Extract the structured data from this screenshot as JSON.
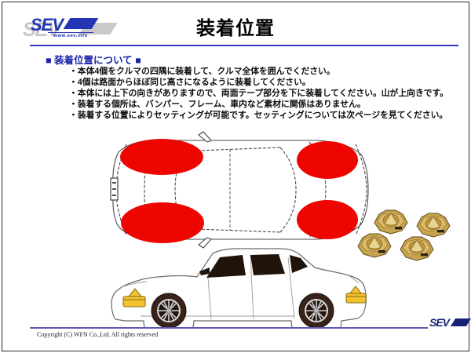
{
  "header": {
    "logo_text": "SEV",
    "logo_url": "www.sev.info",
    "title": "装着位置"
  },
  "content": {
    "section_heading": "■ 装着位置について ■",
    "bullets": [
      "・本体4個をクルマの四隅に装着して、クルマ全体を囲んでください。",
      "・4個は路面からほぼ同じ高さになるように装着してください。",
      "・本体には上下の向きがありますので、両面テープ部分を下に装着してください。山が上向きです。",
      "・装着する個所は、バンパー、フレーム、車内など素材に関係はありません。",
      "・装着する位置によりセッティングが可能です。セッティングについては次ページを見てください。"
    ]
  },
  "diagram": {
    "mounting_marker_count": 4,
    "marker_shape": "red-ellipse-at-each-corner-of-car-top-view",
    "side_view_device_positions": [
      "front-bumper",
      "rear-bumper"
    ]
  },
  "colors": {
    "accent_blue": "#2335b2",
    "heading_blue": "#1a23a8",
    "rule_blue": "#3038c0",
    "marker_red": "#ee0500",
    "device_gold": "#c9a44e",
    "device_marker_yellow": "#f2c231"
  },
  "footer": {
    "copyright": "Copyright (C) WFN Co.,Ltd. All rights reserved",
    "logo_text": "SEV"
  }
}
